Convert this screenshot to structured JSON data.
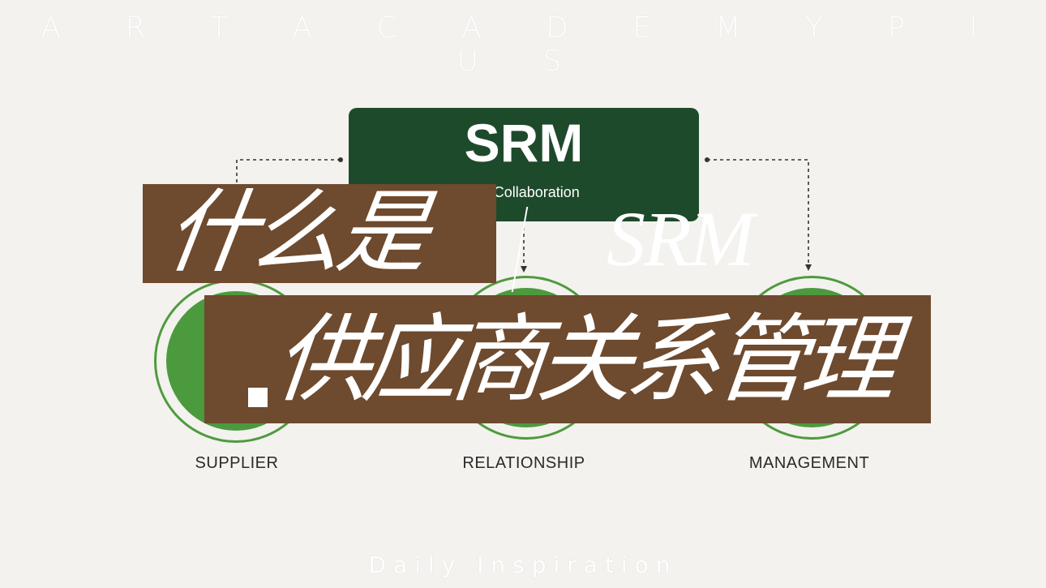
{
  "brand": "A R T   A C A D E M Y   P l U S",
  "srm_box": {
    "title": "SRM",
    "subtitle": "pect  |  Collaboration"
  },
  "nodes": [
    {
      "label": "SUPPLIER"
    },
    {
      "label": "RELATIONSHIP"
    },
    {
      "label": "MANAGEMENT"
    }
  ],
  "headline": {
    "line1": "什么是",
    "accent": "SRM",
    "line2": "供应商关系管理"
  },
  "footer": "Daily Inspiration",
  "colors": {
    "background": "#f3f2ee",
    "srm_green": "#1e4a2c",
    "circle_green": "#4c9a3e",
    "band_brown": "#6e4a2e"
  }
}
